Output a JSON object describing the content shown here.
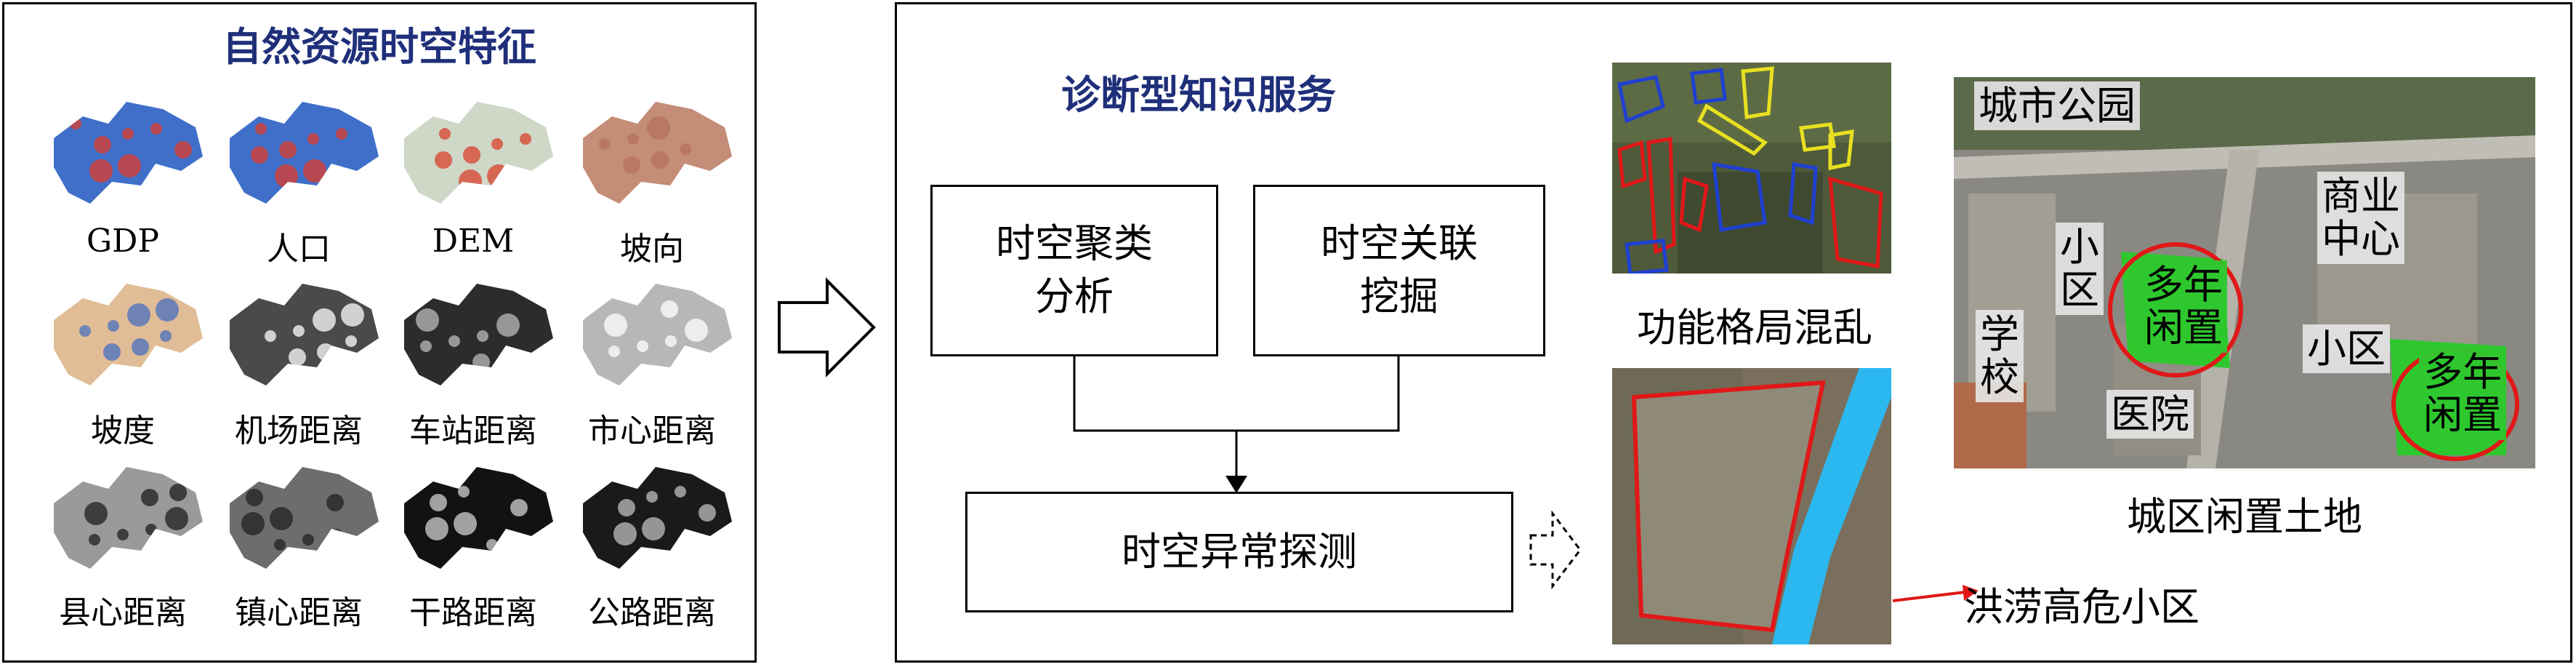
{
  "left_panel": {
    "title": "自然资源时空特征",
    "maps": [
      {
        "label": "GDP",
        "style": "blue-red"
      },
      {
        "label": "人口",
        "style": "blue-red"
      },
      {
        "label": "DEM",
        "style": "terrain"
      },
      {
        "label": "坡向",
        "style": "aspect"
      },
      {
        "label": "坡度",
        "style": "slope"
      },
      {
        "label": "机场距离",
        "style": "gray-blur"
      },
      {
        "label": "车站距离",
        "style": "gray-dots"
      },
      {
        "label": "市心距离",
        "style": "gray-blur-light"
      },
      {
        "label": "县心距离",
        "style": "gray-blur-spots"
      },
      {
        "label": "镇心距离",
        "style": "gray-dense"
      },
      {
        "label": "干路距离",
        "style": "gray-lines"
      },
      {
        "label": "公路距离",
        "style": "gray-roads"
      }
    ]
  },
  "arrow_main": "hollow-right-arrow",
  "right_panel": {
    "title": "诊断型知识服务",
    "box_cluster": "时空聚类\n分析",
    "box_association": "时空关联\n挖掘",
    "box_anomaly": "时空异常探测",
    "caption_function": "功能格局混乱",
    "caption_idle": "城区闲置土地",
    "caption_flood": "洪涝高危小区",
    "idle_labels": {
      "park": "城市公园",
      "commercial": "商业\n中心",
      "community1": "小\n区",
      "community2": "小区",
      "school": "学\n校",
      "hospital": "医院",
      "idle1": "多年\n闲置",
      "idle2": "多年\n闲置"
    },
    "colors": {
      "title": "#1f2f7a",
      "highlight": "#e0141e",
      "idle_fill": "#2ec82e",
      "river": "#2bb8f0"
    }
  }
}
